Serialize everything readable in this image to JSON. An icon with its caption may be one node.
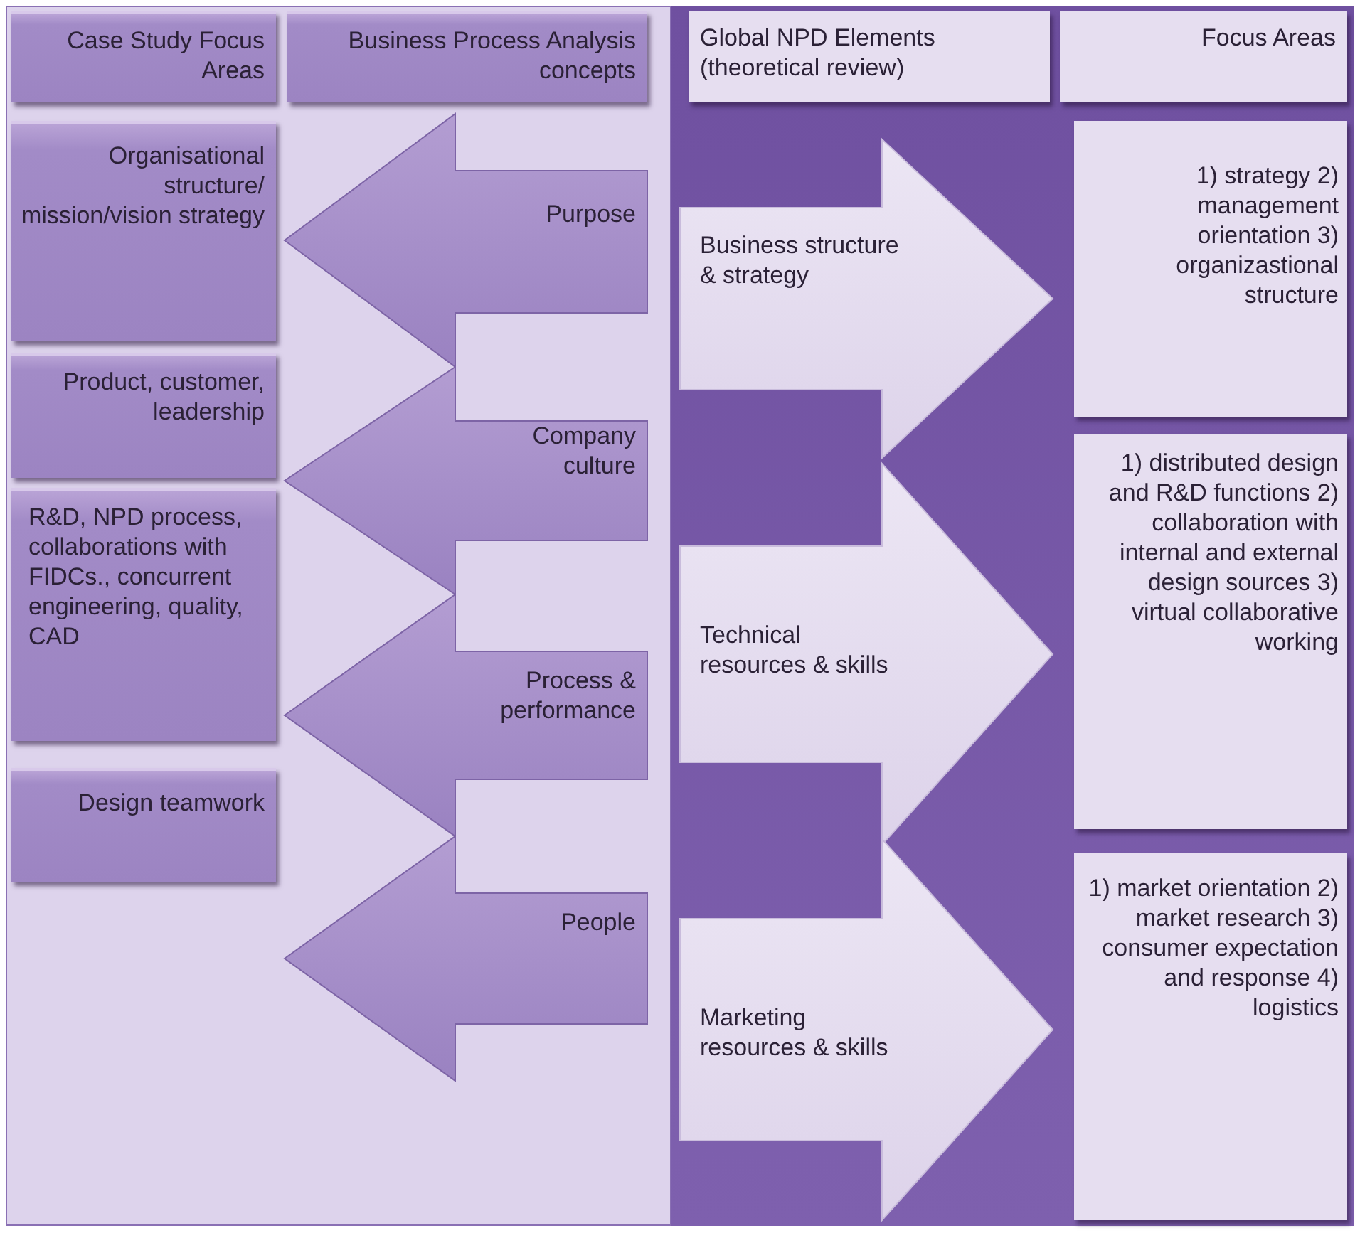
{
  "diagram": {
    "nodes": [
      {
        "text": [
          "Case Study Focus Areas"
        ]
      },
      {
        "text": [
          "Business Process Analysis concepts"
        ]
      },
      {
        "text": [
          "Global NPD Elements (theoretical review)"
        ]
      },
      {
        "text": [
          "Focus Areas"
        ]
      },
      {
        "text": [
          "Organisational structure/ mission/vision strategy"
        ]
      },
      {
        "text": [
          "Purpose"
        ]
      },
      {
        "text": [
          "Product, customer, leadership"
        ]
      },
      {
        "text": [
          "Company culture"
        ]
      },
      {
        "text": [
          "R&D, NPD process, collaborations with FIDCs., concurrent engineering, quality, CAD"
        ]
      },
      {
        "text": [
          "Process & performance"
        ]
      },
      {
        "text": [
          "Design teamwork"
        ]
      },
      {
        "text": [
          "People"
        ]
      },
      {
        "text": [
          "Business structure & strategy"
        ]
      },
      {
        "text": [
          "1) strategy 2) management orientation 3) organizastional structure"
        ]
      },
      {
        "text": [
          "Technical resources & skills"
        ]
      },
      {
        "text": [
          "1) distributed design and R&D functions 2) collaboration with internal and external design sources 3) virtual collaborative working"
        ]
      },
      {
        "text": [
          "Marketing resources & skills"
        ]
      },
      {
        "text": [
          "1) market orientation 2) market research 3) consumer expectation and response 4) logistics"
        ]
      }
    ]
  }
}
